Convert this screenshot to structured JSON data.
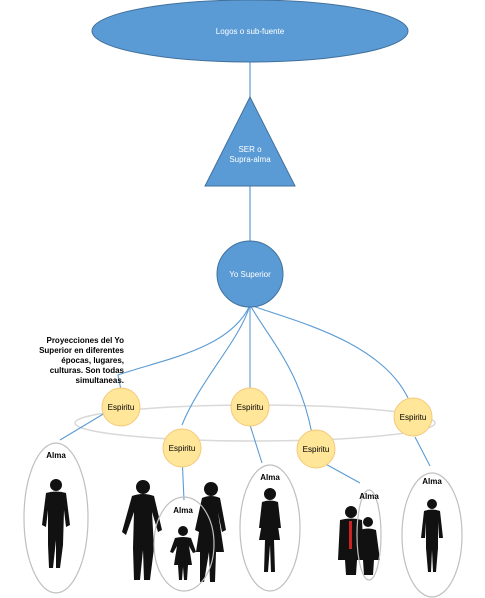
{
  "nodes": {
    "logos": "Logos o sub-fuente",
    "ser_line1": "SER o",
    "ser_line2": "Supra-alma",
    "yo_superior": "Yo Superior"
  },
  "note": "Proyecciones del Yo Superior en diferentes épocas, lugares, culturas. Son todas simultaneas.",
  "spirit_label": "Espiritu",
  "soul_label": "Alma",
  "colors": {
    "blue_fill": "#5b9bd5",
    "blue_stroke": "#41719c",
    "line": "#5b9bd5",
    "spirit_fill": "#ffe699",
    "spirit_stroke": "#f4c97a",
    "orbit": "#d9d9d9",
    "silhouette": "#111111"
  },
  "icons": [
    "man-silhouette",
    "family-silhouette",
    "woman-silhouette",
    "couple-silhouette",
    "businessman-silhouette"
  ]
}
